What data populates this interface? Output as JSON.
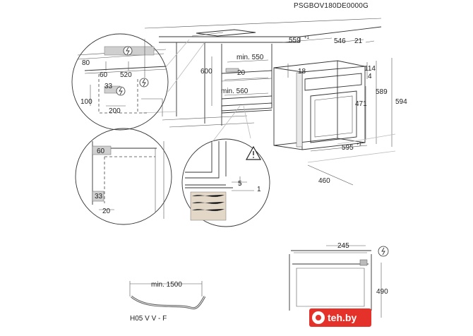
{
  "product_code": "PSGBOV180DE0000G",
  "watermark": "teh.by",
  "dimensions": {
    "d80": "80",
    "d60_top": "60",
    "d520": "520",
    "d33_left": "33",
    "d100": "100",
    "d200": "200",
    "d600": "600",
    "min550": "min. 550",
    "d20_top": "20",
    "min560": "min. 560",
    "d559": "559",
    "d559_sup": "+1",
    "d546": "546",
    "d21": "21",
    "d18": "18",
    "d114": "114",
    "d4": "4",
    "d589": "589",
    "d594": "594",
    "d471": "471",
    "d595": "595",
    "d595_sup": "+1",
    "d460": "460",
    "d60_zoom": "60",
    "d33_zoom": "33",
    "d20_zoom": "20",
    "d5": "5",
    "d1": "1",
    "d245": "245",
    "d490": "490",
    "cable_min": "min. 1500",
    "cable_type": "H05 V V - F"
  },
  "icons": [
    "power-plug-icon",
    "warning-triangle-icon"
  ]
}
